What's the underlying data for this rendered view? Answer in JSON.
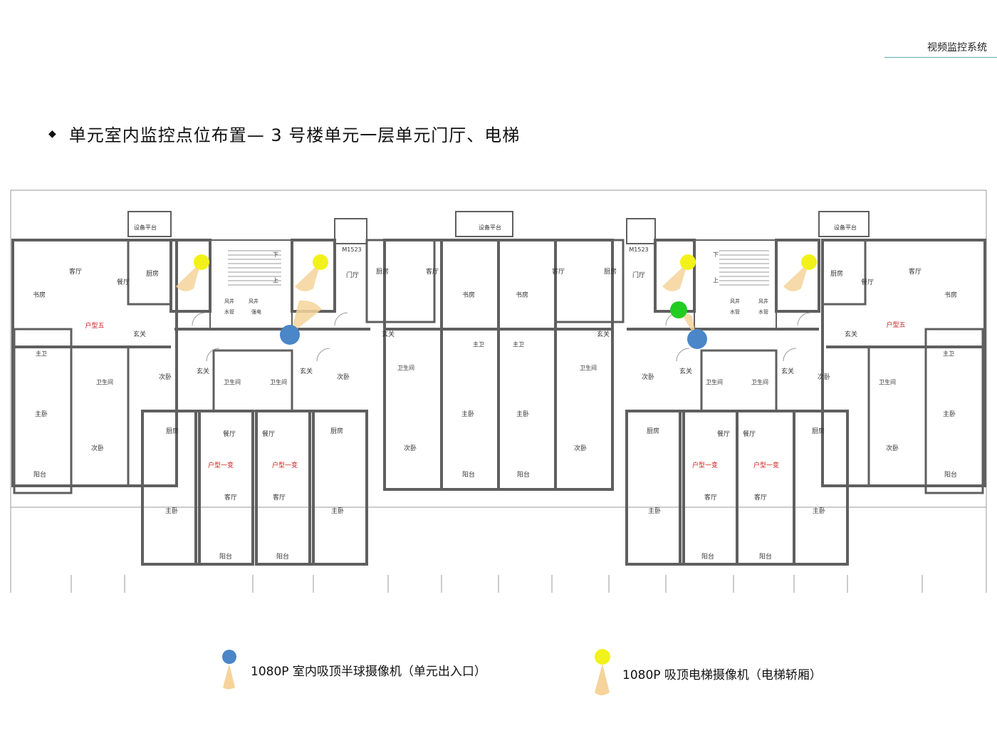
{
  "header": {
    "section_label": "视频监控系统"
  },
  "slide": {
    "bullet": "◆",
    "title": "单元室内监控点位布置— 3 号楼单元一层单元门厅、电梯"
  },
  "plan": {
    "room_labels": {
      "living": "客厅",
      "dining": "餐厅",
      "kitchen": "厨房",
      "study": "书房",
      "master_bedroom": "主卧",
      "second_bedroom": "次卧",
      "bathroom": "卫生间",
      "master_bath": "主卫",
      "foyer": "玄关",
      "balcony": "阳台",
      "door_hall": "门厅",
      "equipment_platform": "设备平台",
      "door_code": "M1523",
      "unit_type_five": "户型五",
      "unit_type_one_b": "户型一变",
      "wind_shaft": "风井",
      "water_pipe": "水管",
      "elec_pipe": "强电",
      "up": "上",
      "down": "下"
    },
    "colors": {
      "wall": "#5f5f5f",
      "line": "#9a9a9a",
      "dome_camera": "#4a86c8",
      "elevator_camera": "#f2f21a",
      "green_marker": "#22cc22",
      "cone": "#f5d39a"
    }
  },
  "legend": {
    "items": [
      {
        "label": "1080P 室内吸顶半球摄像机（单元出入口）",
        "color": "#4a86c8"
      },
      {
        "label": "1080P 吸顶电梯摄像机（电梯轿厢）",
        "color": "#f2f21a"
      }
    ]
  }
}
